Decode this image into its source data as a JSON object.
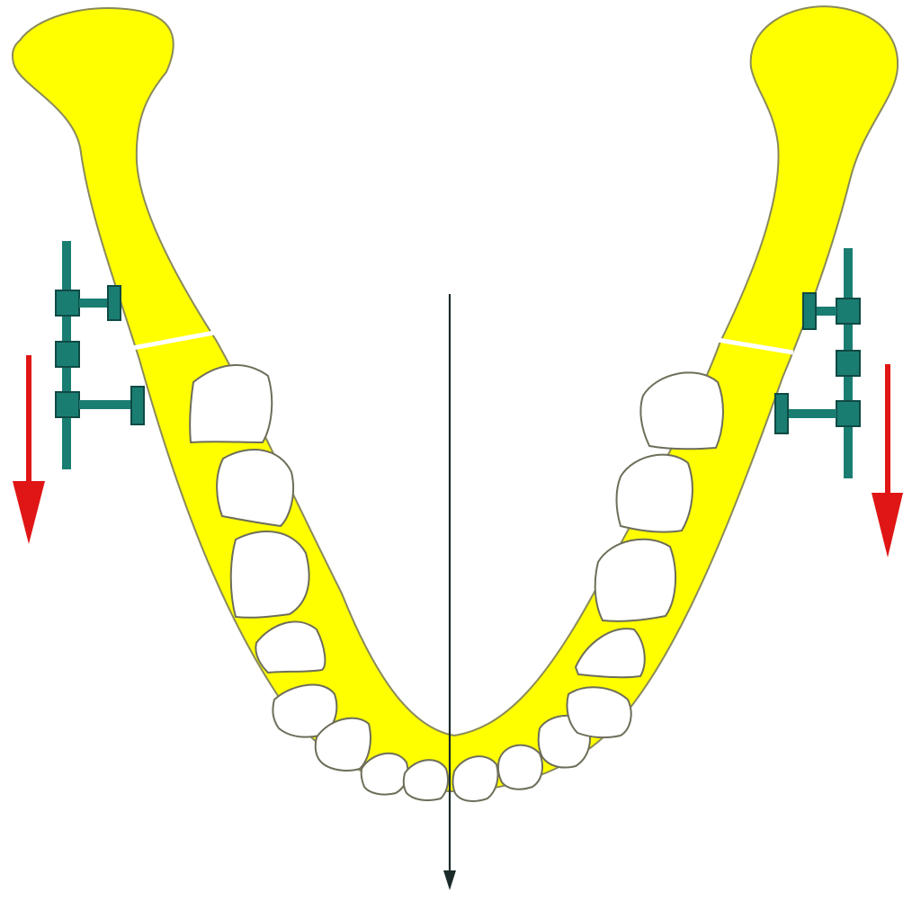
{
  "diagram": {
    "colors": {
      "bone": "#ffff00",
      "tooth": "#ffffff",
      "device": "#1a7d72",
      "movement_arrow": "#e01515",
      "midline": "#1b2b2a",
      "background": "#ffffff"
    },
    "parts": [
      "mandible",
      "teeth",
      "osteotomy-cuts",
      "distraction-devices",
      "movement-arrows",
      "midline-axis"
    ]
  }
}
